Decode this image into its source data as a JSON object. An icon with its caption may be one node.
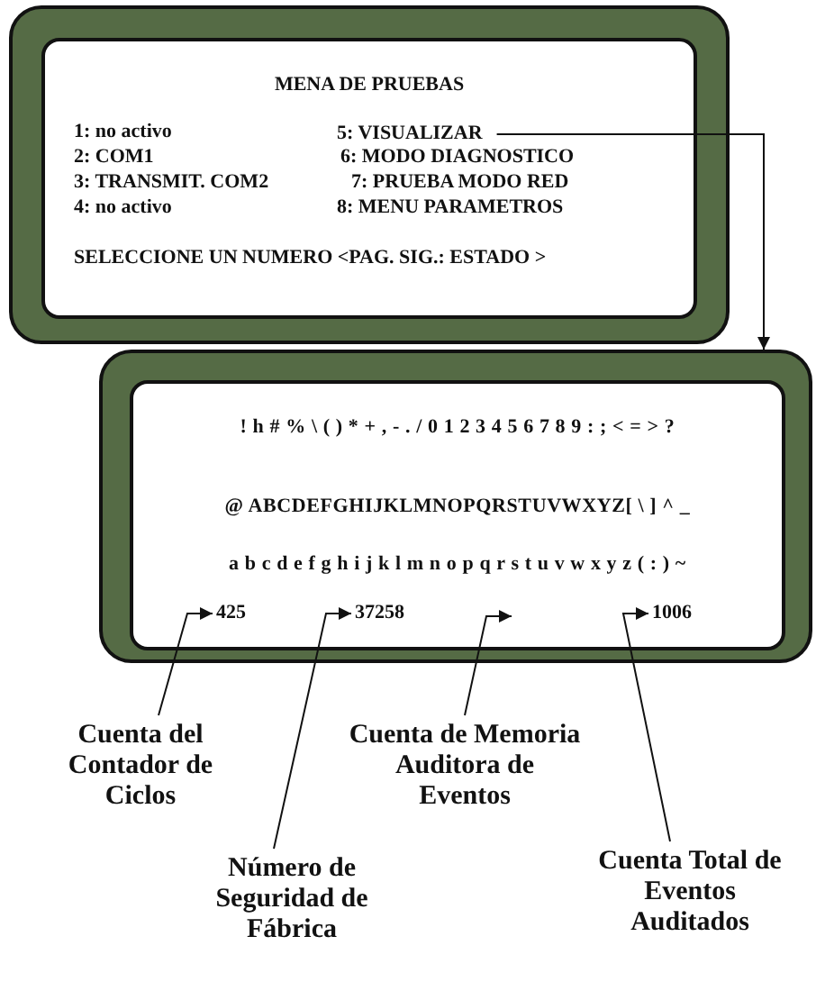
{
  "diagram": {
    "nodes": [
      {
        "text": [
          "MENA DE PRUEBAS",
          "1: no activo",
          "2: COM1",
          "3: TRANSMIT. COM2",
          "4: no activo",
          "6: MODO DIAGNOSTICO",
          "7: PRUEBA MODO RED",
          "8: MENU PARAMETROS",
          "SELECCIONE UN NUMERO <PAG. SIG.: ESTADO >"
        ]
      },
      {
        "text": [
          "5: VISUALIZAR"
        ],
        "in": 0
      },
      {
        "text": [
          "! h # % \\ ( ) * + , - . / 0 1 2 3 4 5 6 7 8 9 : ; < = > ?",
          "@ ABCDEFGHIJKLMNOPQRSTUVWXYZ[ \\ ] ^ _",
          "a b c d e f g h i j k l m n o p q r s t u v w x y z ( : ) ~"
        ]
      },
      {
        "text": [
          "425"
        ],
        "in": 2
      },
      {
        "text": [
          "37258"
        ],
        "in": 2
      },
      {
        "text": [
          "1006"
        ],
        "in": 2
      },
      {
        "text": [
          "Cuenta del Contador de Ciclos"
        ]
      },
      {
        "text": [
          "Cuenta de Memoria Auditora de Eventos"
        ]
      },
      {
        "text": [
          "Número de Seguridad de Fábrica"
        ]
      },
      {
        "text": [
          "Cuenta Total de Eventos Auditados"
        ]
      }
    ],
    "edges": [
      {
        "from": 1,
        "to": 2,
        "arrow": "to"
      },
      {
        "from": 6,
        "to": 3,
        "arrow": "to"
      },
      {
        "from": 8,
        "to": 4,
        "arrow": "to"
      },
      {
        "from": 7,
        "to": 2,
        "arrow": "to"
      },
      {
        "from": 9,
        "to": 5,
        "arrow": "to"
      }
    ]
  }
}
